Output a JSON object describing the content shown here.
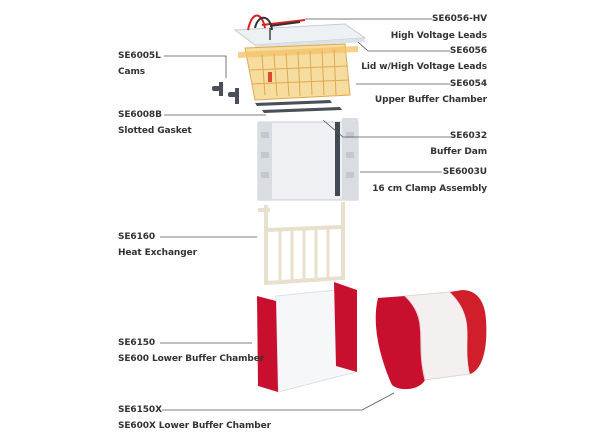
{
  "labels": {
    "hv": {
      "code": "SE6056-HV",
      "name": "High Voltage Leads"
    },
    "lid": {
      "code": "SE6056",
      "name": "Lid w/High Voltage Leads"
    },
    "upper": {
      "code": "SE6054",
      "name": "Upper Buffer Chamber"
    },
    "dam": {
      "code": "SE6032",
      "name": "Buffer Dam"
    },
    "clamp": {
      "code": "SE6003U",
      "name": "16 cm Clamp Assembly"
    },
    "cams": {
      "code": "SE6005L",
      "name": "Cams"
    },
    "gasket": {
      "code": "SE6008B",
      "name": "Slotted Gasket"
    },
    "heat": {
      "code": "SE6160",
      "name": "Heat Exchanger"
    },
    "lower": {
      "code": "SE6150",
      "name": "SE600 Lower Buffer Chamber"
    },
    "lowerx": {
      "code": "SE6150X",
      "name": "SE600X Lower Buffer Chamber"
    }
  },
  "colors": {
    "red": "#c8102e",
    "amber": "#f2c46a",
    "text": "#333333",
    "line": "#555555"
  }
}
